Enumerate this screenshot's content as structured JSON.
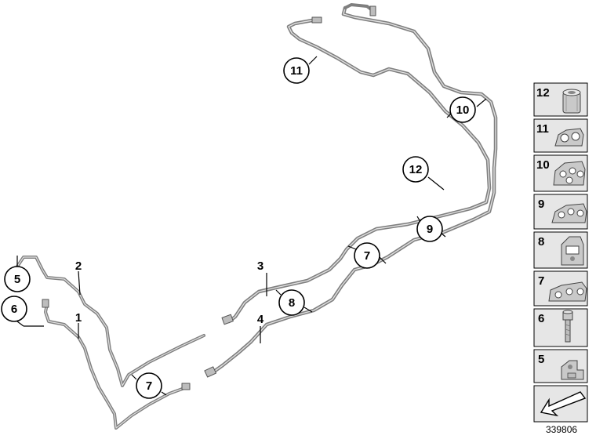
{
  "callouts": [
    {
      "id": "c11",
      "label": "11"
    },
    {
      "id": "c10",
      "label": "10"
    },
    {
      "id": "c12",
      "label": "12"
    },
    {
      "id": "c9",
      "label": "9"
    },
    {
      "id": "c7a",
      "label": "7"
    },
    {
      "id": "c8",
      "label": "8"
    },
    {
      "id": "c7b",
      "label": "7"
    },
    {
      "id": "c5",
      "label": "5"
    },
    {
      "id": "c6",
      "label": "6"
    }
  ],
  "plain_labels": [
    {
      "id": "n1",
      "label": "1"
    },
    {
      "id": "n2",
      "label": "2"
    },
    {
      "id": "n3",
      "label": "3"
    },
    {
      "id": "n4",
      "label": "4"
    }
  ],
  "legend": [
    {
      "label": "12",
      "icon": "sleeve-icon"
    },
    {
      "label": "11",
      "icon": "clip-double-icon"
    },
    {
      "label": "10",
      "icon": "clip-quad-icon"
    },
    {
      "label": "9",
      "icon": "clip-triple-icon"
    },
    {
      "label": "8",
      "icon": "clip-bracket-icon"
    },
    {
      "label": "7",
      "icon": "clip-holder-icon"
    },
    {
      "label": "6",
      "icon": "bolt-icon"
    },
    {
      "label": "5",
      "icon": "bracket-nut-icon"
    }
  ],
  "reference_number": "339806",
  "colors": {
    "pipe": "#7f7f7f",
    "pipe_highlight": "#d9d9d9",
    "legend_bg": "#e6e6e6",
    "part_fill": "#c9c9c9"
  }
}
